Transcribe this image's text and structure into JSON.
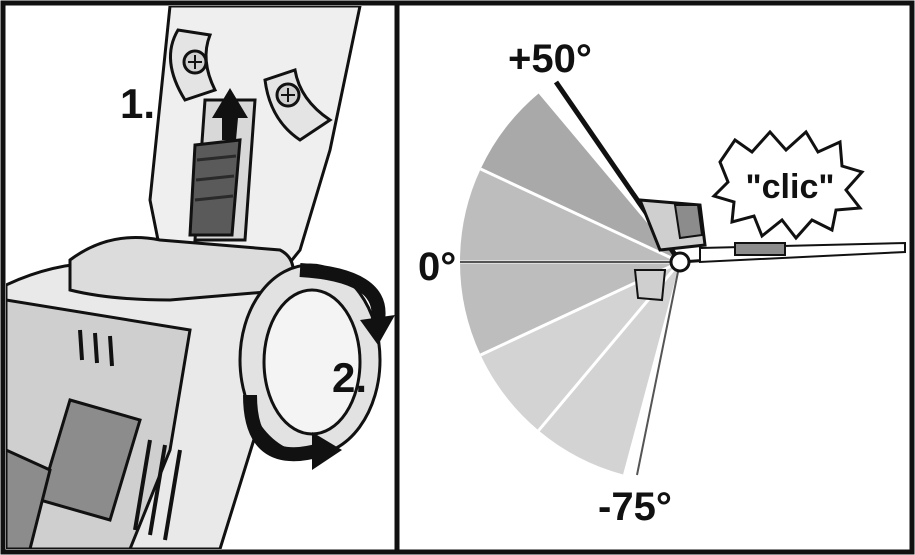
{
  "left_panel": {
    "step1_label": "1.",
    "step2_label": "2."
  },
  "right_panel": {
    "angle_top": "+50°",
    "angle_zero": "0°",
    "angle_bottom": "-75°",
    "sound_label": "\"clic\""
  },
  "colors": {
    "outline": "#111111",
    "fan_dark": "#a9a9a9",
    "fan_mid": "#bdbdbd",
    "fan_light": "#d3d3d3",
    "body_gray": "#8c8c8c"
  }
}
